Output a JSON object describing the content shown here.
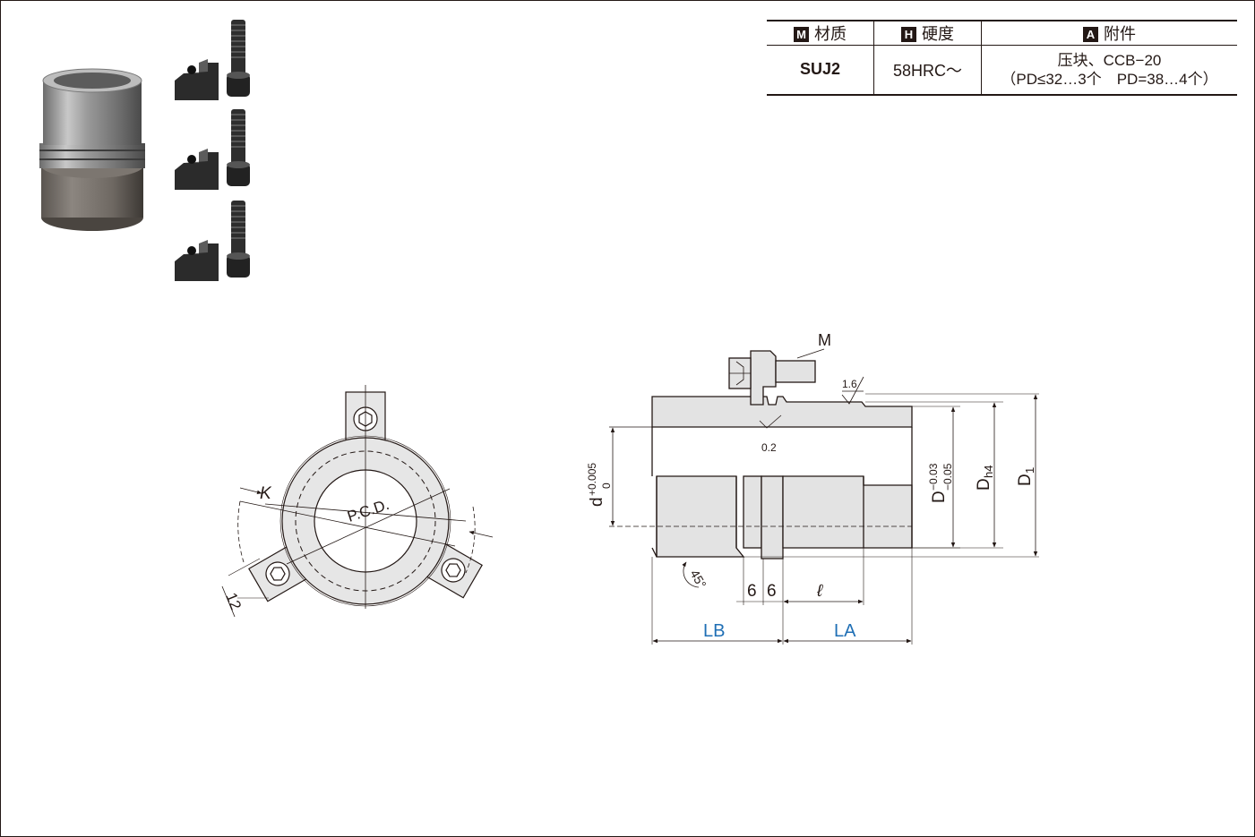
{
  "spec_table": {
    "headers": [
      {
        "icon": "M",
        "label": "材质"
      },
      {
        "icon": "H",
        "label": "硬度"
      },
      {
        "icon": "A",
        "label": "附件"
      }
    ],
    "material": "SUJ2",
    "hardness": "58HRC～",
    "attachment_line1": "压块、CCB−20",
    "attachment_line2": "（PD≤32…3个　PD=38…4个）"
  },
  "front_view": {
    "pcd_label": "P.C.D.",
    "k_label": "K",
    "width_label": "12"
  },
  "side_view": {
    "m_label": "M",
    "roughness_top": "1.6",
    "roughness_bottom": "0.2",
    "d_label": "d",
    "d_tol_upper": "+0.005",
    "d_tol_lower": "0",
    "D_label": "D",
    "D_tol_upper": "−0.03",
    "D_tol_lower": "−0.05",
    "Dh4_main": "D",
    "Dh4_sub": "h4",
    "D1_main": "D",
    "D1_sub": "1",
    "chamfer": "45°",
    "six_a": "6",
    "six_b": "6",
    "l_label": "ℓ",
    "lb_label": "LB",
    "la_label": "LA"
  },
  "colors": {
    "line": "#231815",
    "fill": "#e3e3e3",
    "dim_blue": "#1f6fb5"
  }
}
